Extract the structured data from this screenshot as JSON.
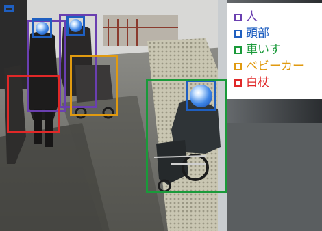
{
  "legend": [
    {
      "label": "人",
      "color": "#6a3fb0"
    },
    {
      "label": "頭部",
      "color": "#1f5fc0"
    },
    {
      "label": "車いす",
      "color": "#1a9a3a"
    },
    {
      "label": "ベビーカー",
      "color": "#e09a10"
    },
    {
      "label": "白杖",
      "color": "#e02828"
    }
  ],
  "colors": {
    "person": "#6a3fb0",
    "head": "#1f5fc0",
    "wheelchair": "#1a9a3a",
    "stroller": "#e09a10",
    "white_cane": "#e02828"
  },
  "detections": [
    {
      "category": "person"
    },
    {
      "category": "person"
    },
    {
      "category": "head"
    },
    {
      "category": "head"
    },
    {
      "category": "head"
    },
    {
      "category": "head"
    },
    {
      "category": "stroller"
    },
    {
      "category": "white_cane"
    },
    {
      "category": "wheelchair"
    }
  ]
}
